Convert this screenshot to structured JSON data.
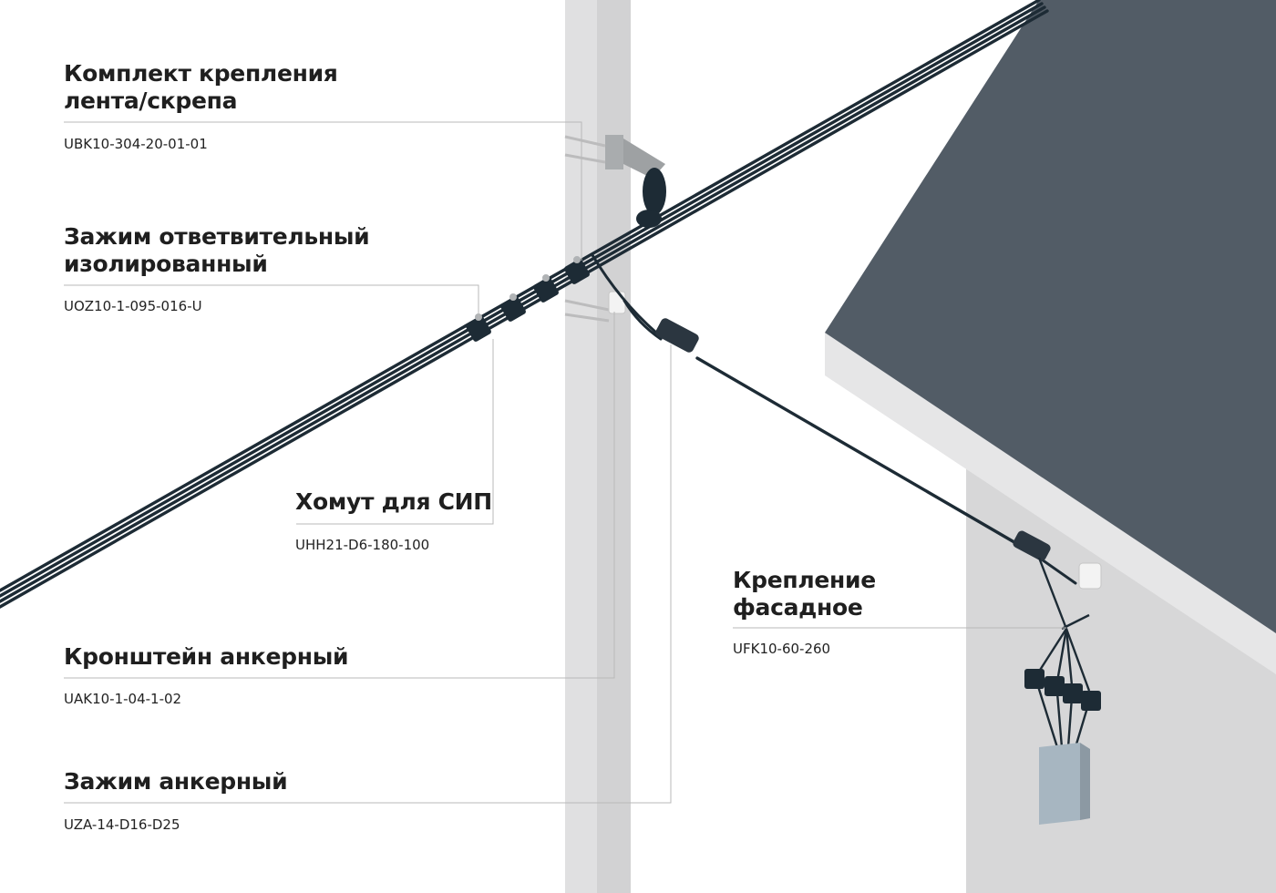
{
  "colors": {
    "roof_top": "#525c66",
    "roof_edge": "#e6e6e7",
    "wall": "#d7d7d8",
    "pole": "#e0e0e1",
    "cable": "#1d2b35",
    "leader": "#b9b9b9"
  },
  "components": [
    {
      "id": "bracket-kit",
      "title": "Комплект крепления\nлента/скрепа",
      "code": "UBK10-304-20-01-01"
    },
    {
      "id": "tap-clamp",
      "title": "Зажим ответвительный\nизолированный",
      "code": "UOZ10-1-095-016-U"
    },
    {
      "id": "sip-collar",
      "title": "Хомут для СИП",
      "code": "UHH21-D6-180-100"
    },
    {
      "id": "facade-mount",
      "title": "Крепление\nфасадное",
      "code": "UFK10-60-260"
    },
    {
      "id": "anchor-bracket",
      "title": "Кронштейн анкерный",
      "code": "UAK10-1-04-1-02"
    },
    {
      "id": "anchor-clamp",
      "title": "Зажим анкерный",
      "code": "UZA-14-D16-D25"
    }
  ]
}
